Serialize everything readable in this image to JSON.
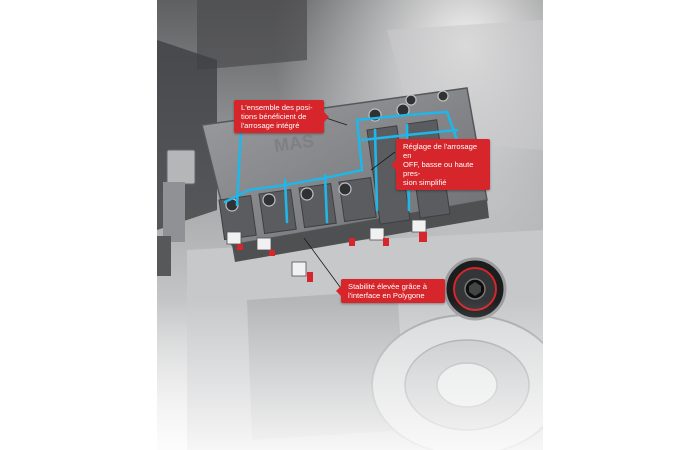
{
  "callouts": [
    {
      "text": "L'ensemble des posi-\ntions bénéficient de\nl'arrosage intégré"
    },
    {
      "text": "Réglage de l'arrosage en\nOFF, basse ou haute pres-\nsion simplifié"
    },
    {
      "text": "Stabilité élevée grâce à\nl'interface en Polygone"
    }
  ],
  "brand": {
    "logo_text": "MAS"
  },
  "colors": {
    "accent": "#d6252b",
    "coolant": "#21b6e8",
    "steel": "#8a8c8f",
    "background": "#f4f4f4"
  },
  "icons": [
    "polygon-interface-detail-icon"
  ]
}
